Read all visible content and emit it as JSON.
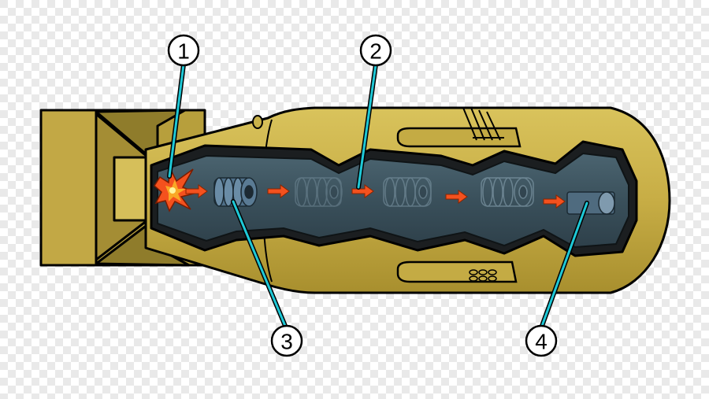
{
  "colors": {
    "checker_light": "#ffffff",
    "checker_dark": "#e6e6e6",
    "casing": "#c9b24a",
    "casing_shadow": "#a9922f",
    "casing_light": "#ddc96a",
    "tail_fin": "#b9a13e",
    "tail_dark": "#7f6f26",
    "chamber": "#1a1d1f",
    "gun_barrel": "#3f5560",
    "slug": "#5e7e95",
    "target": "#4f6b7f",
    "arrow": "#f4511e",
    "explosion": "#f9a825",
    "leader": "#1ec8d6",
    "outline": "#000000"
  },
  "markers": [
    {
      "id": "1",
      "label": "1"
    },
    {
      "id": "2",
      "label": "2"
    },
    {
      "id": "3",
      "label": "3"
    },
    {
      "id": "4",
      "label": "4"
    }
  ]
}
